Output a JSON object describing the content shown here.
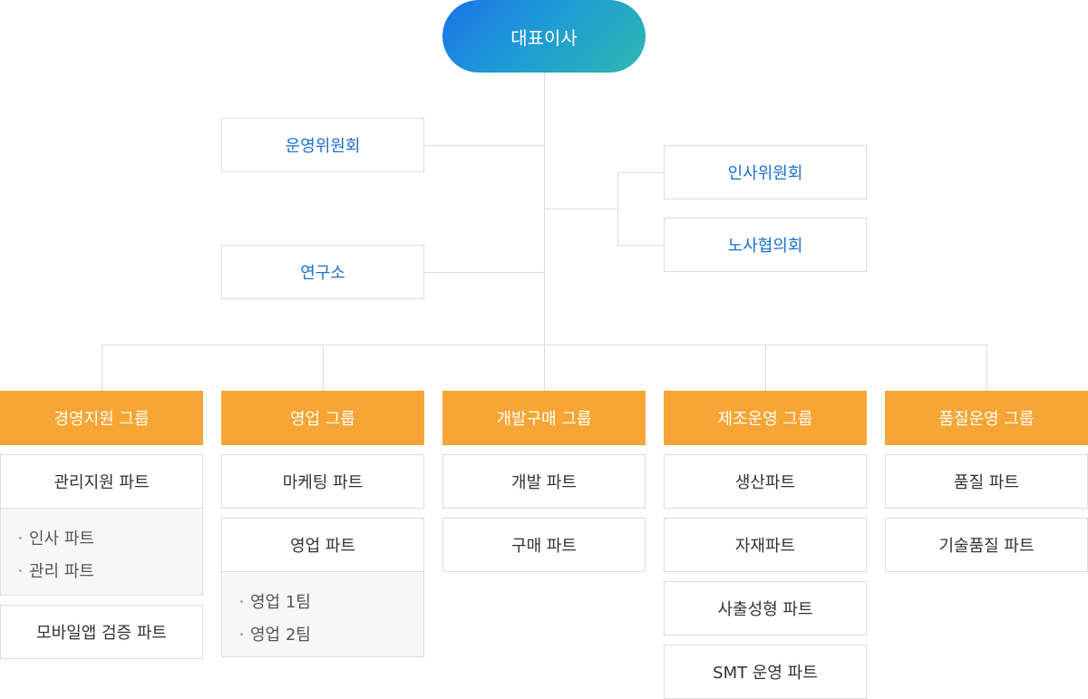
{
  "ceo": {
    "label": "대표이사"
  },
  "committees": {
    "operations": "운영위원회",
    "research": "연구소",
    "hr": "인사위원회",
    "labor": "노사협의회"
  },
  "groups": [
    {
      "label": "경영지원 그룹",
      "parts": [
        "관리지원 파트",
        "모바일앱 검증 파트"
      ],
      "sub_items": [
        "인사 파트",
        "관리 파트"
      ]
    },
    {
      "label": "영업 그룹",
      "parts": [
        "마케팅 파트",
        "영업 파트"
      ],
      "sub_items": [
        "영업 1팀",
        "영업 2팀"
      ]
    },
    {
      "label": "개발구매 그룹",
      "parts": [
        "개발 파트",
        "구매 파트"
      ]
    },
    {
      "label": "제조운영 그룹",
      "parts": [
        "생산파트",
        "자재파트",
        "사출성형 파트",
        "SMT 운영 파트"
      ]
    },
    {
      "label": "품질운영 그룹",
      "parts": [
        "품질 파트",
        "기술품질 파트"
      ]
    }
  ],
  "colors": {
    "ceo_gradient_start": "#1a73e8",
    "ceo_gradient_end": "#2cb8b0",
    "committee_text": "#1a6fd1",
    "group_fill": "#f7a534",
    "line": "#dddddd"
  }
}
